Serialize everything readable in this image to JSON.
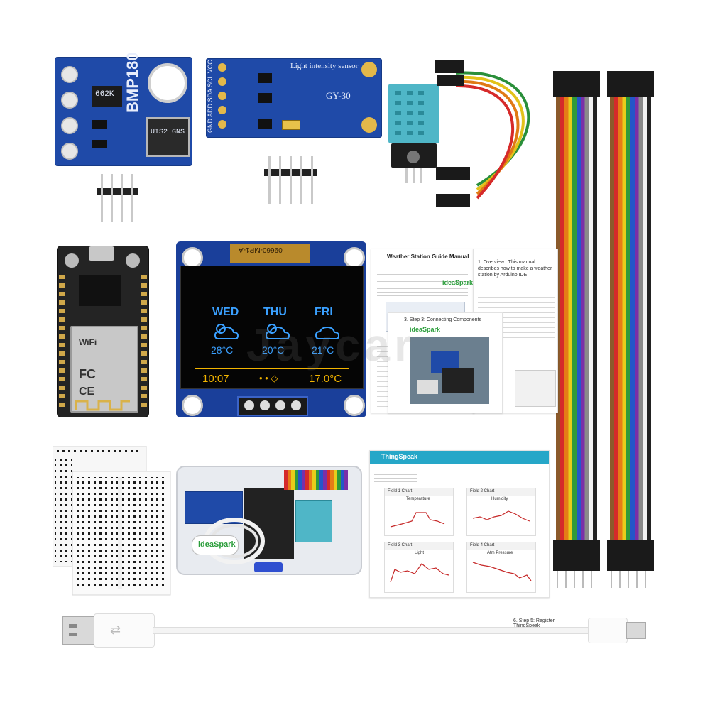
{
  "bmp180": {
    "label": "BMP180",
    "chip_text": "662K",
    "sensor_text": "UIS2 GNS"
  },
  "gy30": {
    "title": "Light intensity sensor",
    "model": "GY-30",
    "pins": "GND ADD SDA SCL VCC"
  },
  "oled": {
    "top_label": "09660-MP1-A",
    "days": [
      {
        "day": "WED",
        "temp": "28°C"
      },
      {
        "day": "THU",
        "temp": "20°C"
      },
      {
        "day": "FRI",
        "temp": "21°C"
      }
    ],
    "time": "10:07",
    "dots": "• • ◇",
    "current_temp": "17.0°C"
  },
  "nodemcu": {
    "wifi": "WiFi",
    "fc": "FC",
    "ce": "CE"
  },
  "manual": {
    "title": "Weather Station Guide Manual",
    "brand": "ideaSpark",
    "step_heading": "3. Step 3: Connecting Components",
    "overview": "1. Overview : This manual describes how to make a weather station by Arduino IDE",
    "step5": "6. Step 5: Register ThingSpeak"
  },
  "thingspeak": {
    "logo": "ThingSpeak",
    "charts": [
      {
        "label": "Field 1 Chart",
        "title": "Temperature"
      },
      {
        "label": "Field 2 Chart",
        "title": "Humidity"
      },
      {
        "label": "Field 3 Chart",
        "title": "Light"
      },
      {
        "label": "Field 4 Chart",
        "title": "Atm Pressure"
      }
    ]
  },
  "box": {
    "brand": "ideaSpark"
  },
  "watermark": "Jaycar",
  "colors": {
    "pcb_blue": "#1f4aa8",
    "oled_text": "#3aa0ff",
    "oled_yellow": "#f2b400",
    "nodemcu_black": "#202020",
    "thingspeak_teal": "#26a7c8"
  }
}
